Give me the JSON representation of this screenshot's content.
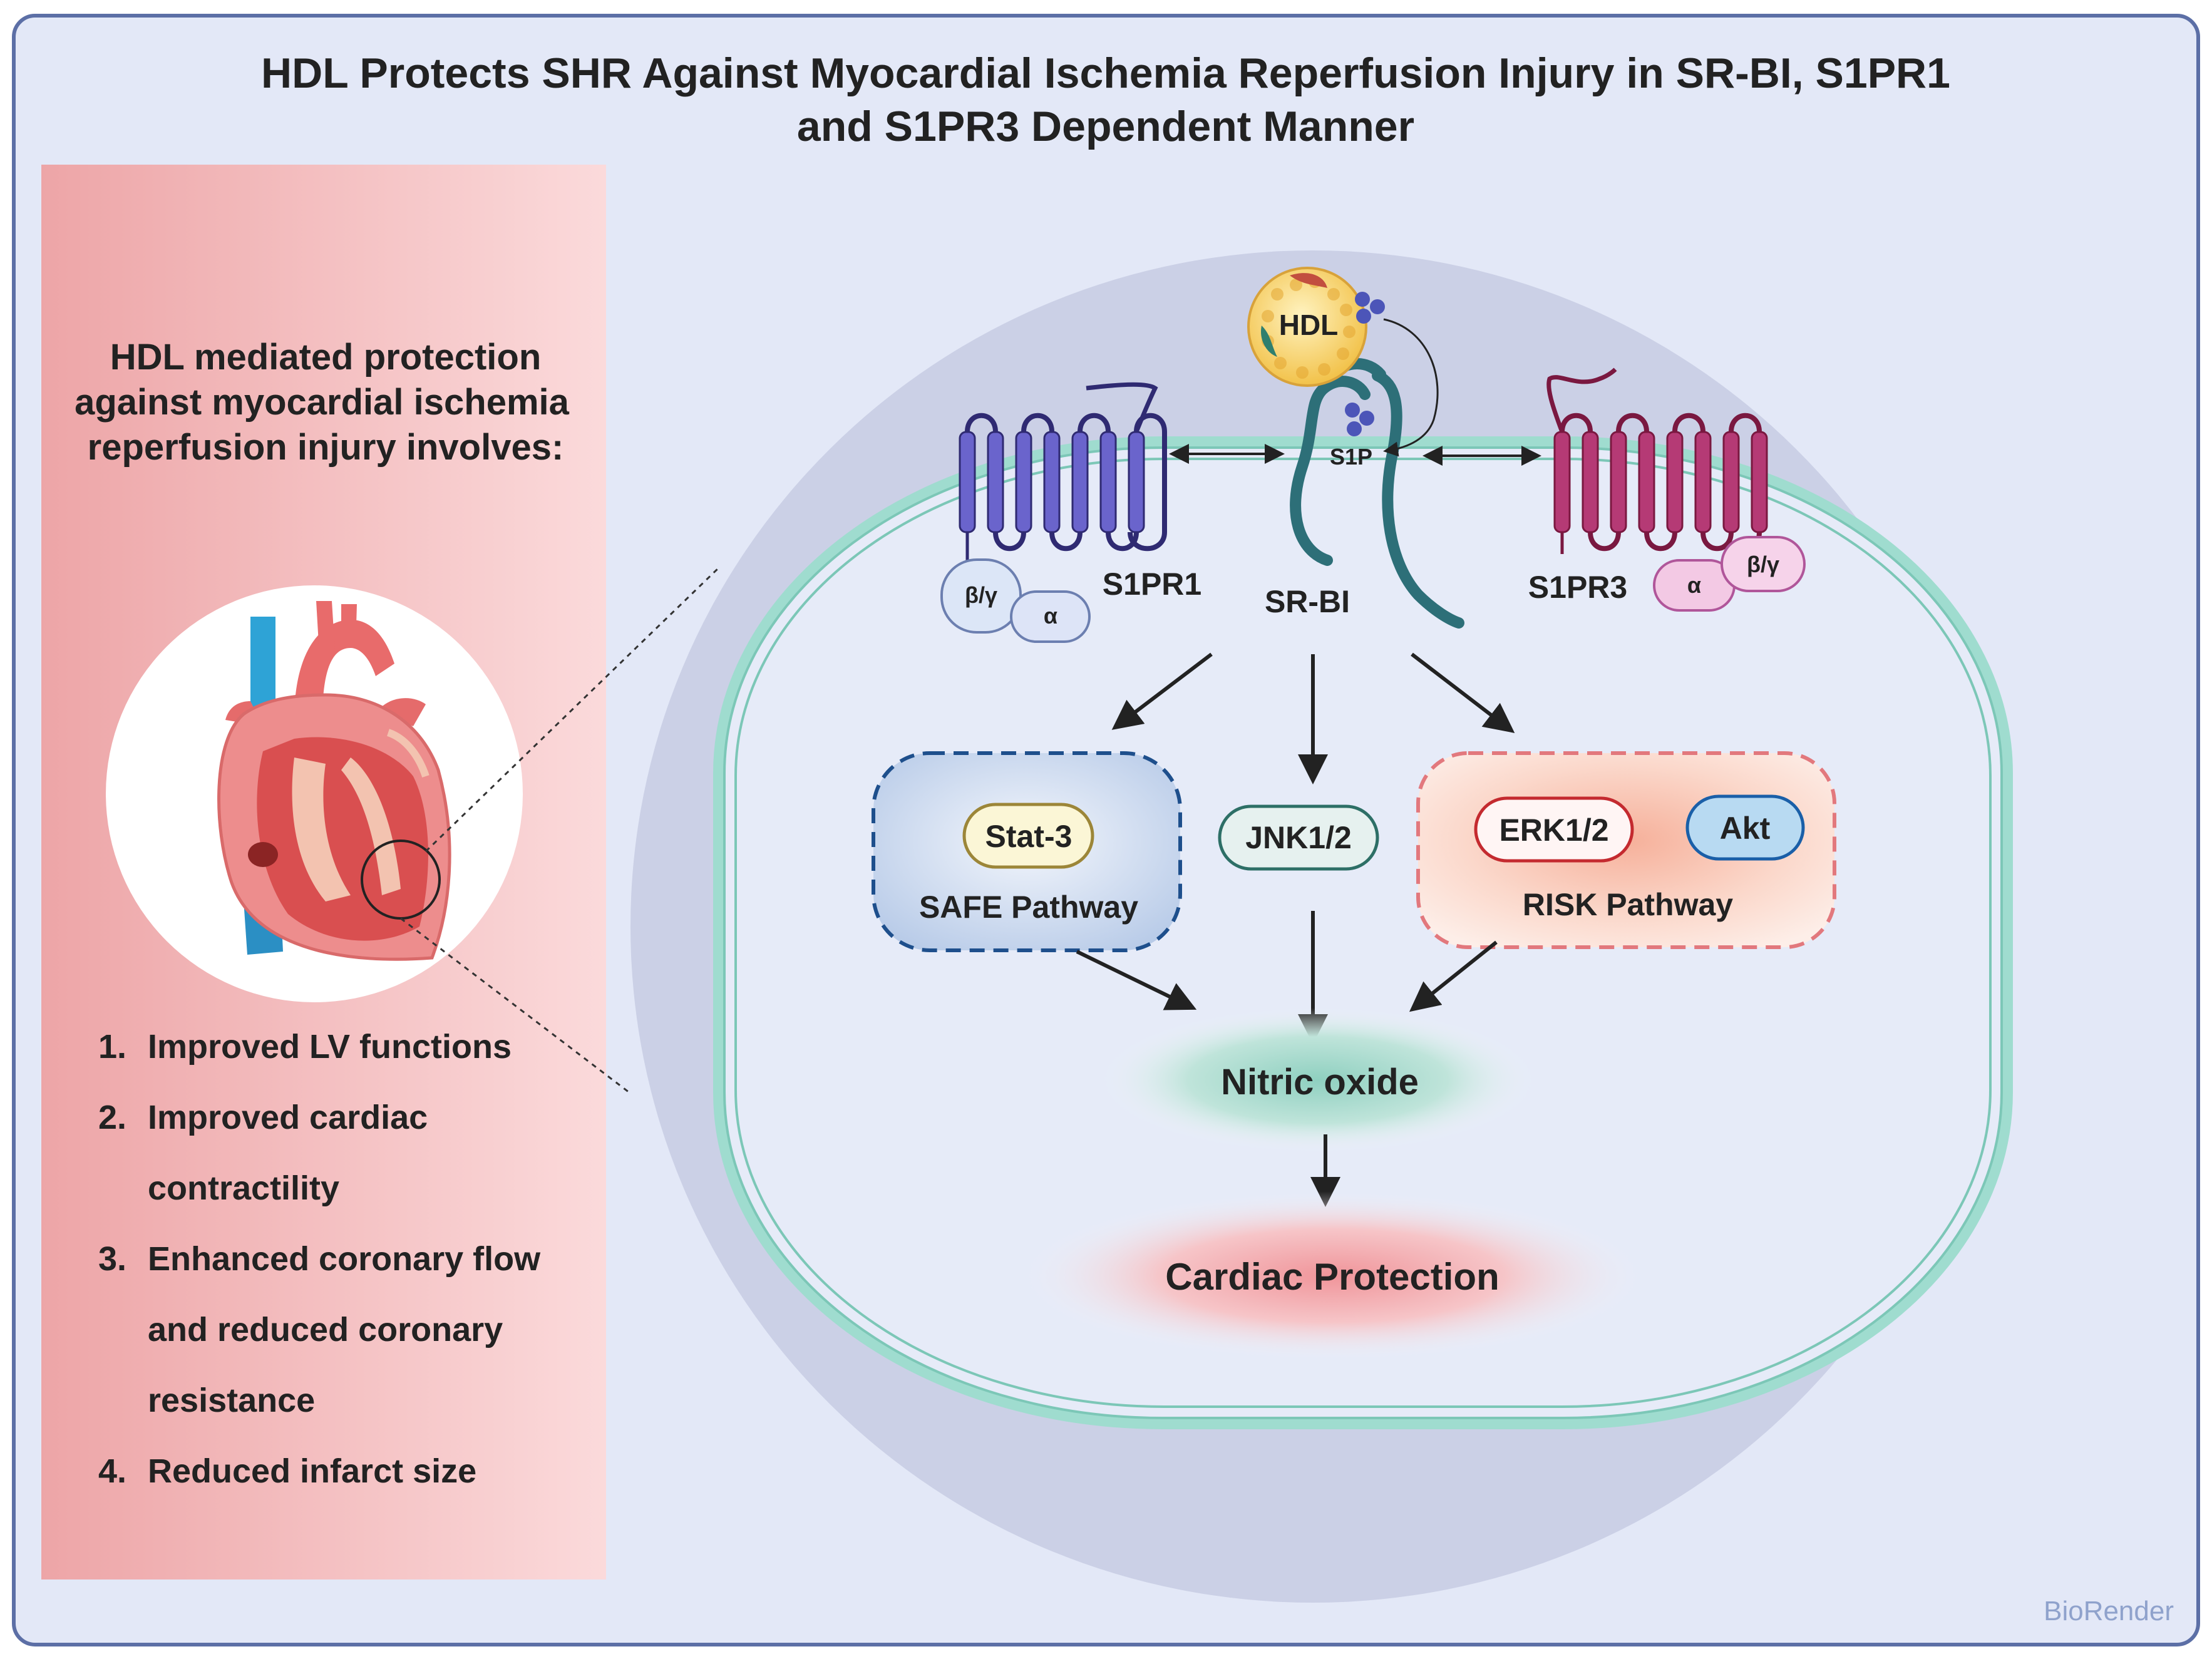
{
  "title": {
    "line1": "HDL Protects SHR Against Myocardial Ischemia Reperfusion Injury in SR-BI, S1PR1",
    "line2": "and S1PR3 Dependent Manner"
  },
  "left_panel": {
    "heading": [
      "HDL mediated protection",
      "against myocardial ischemia",
      "reperfusion injury involves:"
    ],
    "items": [
      {
        "num": "1.",
        "lines": [
          "Improved LV functions"
        ]
      },
      {
        "num": "2.",
        "lines": [
          "Improved cardiac",
          "contractility"
        ]
      },
      {
        "num": "3.",
        "lines": [
          "Enhanced coronary flow",
          "and reduced coronary",
          "resistance"
        ]
      },
      {
        "num": "4.",
        "lines": [
          "Reduced infarct size"
        ]
      }
    ]
  },
  "cell": {
    "hdl": "HDL",
    "s1p": "S1P",
    "s1pr1": "S1PR1",
    "srbi": "SR-BI",
    "s1pr3": "S1PR3",
    "alpha": "α",
    "beta_gamma": "β/γ",
    "stat3": "Stat-3",
    "safe": "SAFE Pathway",
    "jnk": "JNK1/2",
    "erk": "ERK1/2",
    "akt": "Akt",
    "risk": "RISK Pathway",
    "no": "Nitric oxide",
    "protection": "Cardiac Protection"
  },
  "watermark": "BioRender",
  "colors": {
    "background": "#e3e8f7",
    "frame": "#5c6fa6",
    "left_panel": "#f2b8bb",
    "s1pr1": "#6a64cc",
    "s1pr3": "#b53a75",
    "srbi": "#2d6f78",
    "membrane": "#8ed3c6"
  }
}
